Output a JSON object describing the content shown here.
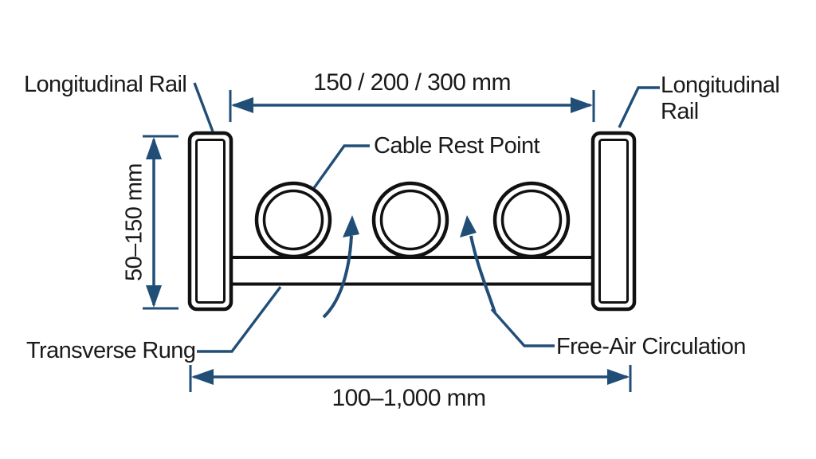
{
  "colors": {
    "accent": "#214e77",
    "ink": "#111111",
    "text": "#1a1a1a",
    "background": "#ffffff"
  },
  "labels": {
    "longitudinal_rail_left": "Longitudinal Rail",
    "longitudinal_rail_right": "Longitudinal Rail",
    "cable_rest_point": "Cable Rest Point",
    "transverse_rung": "Transverse Rung",
    "free_air_circulation": "Free-Air Circulation"
  },
  "dimensions": {
    "rung_spacing": "150 / 200 / 300 mm",
    "rail_height": "50–150 mm",
    "ladder_width": "100–1,000 mm"
  },
  "structure": {
    "cable_count": 3
  }
}
